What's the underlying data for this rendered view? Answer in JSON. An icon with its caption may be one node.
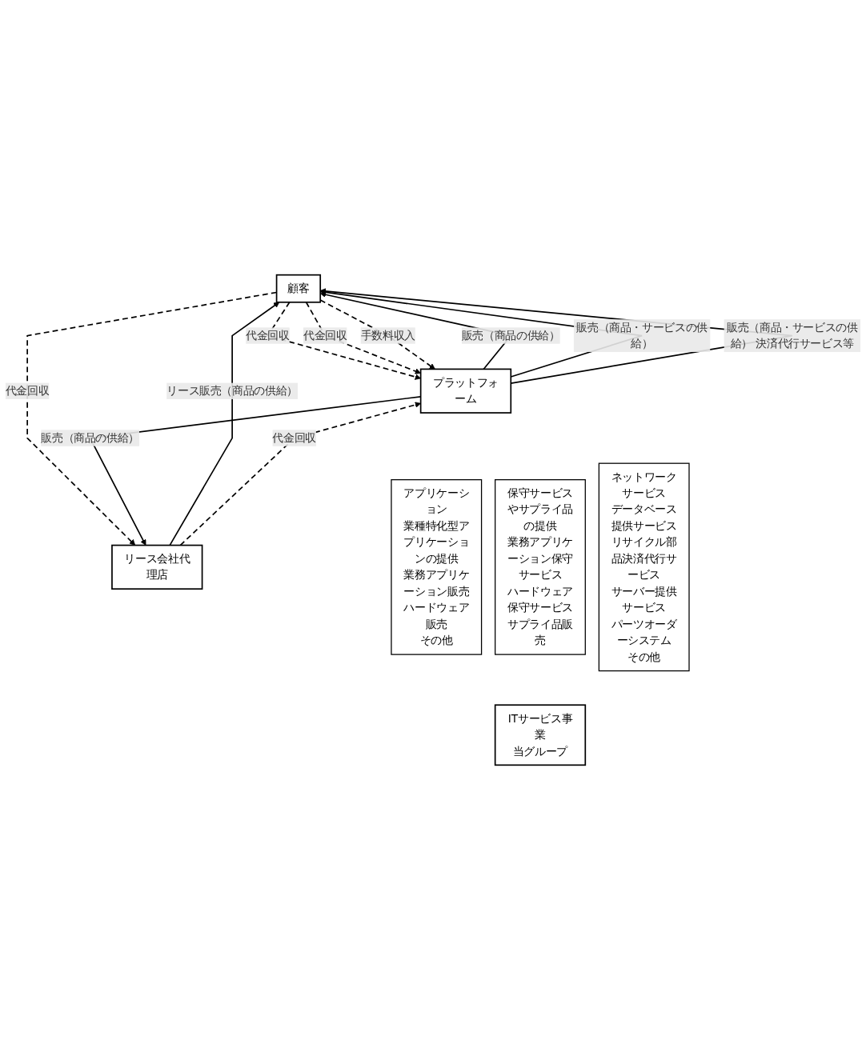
{
  "diagram": {
    "nodes": [
      {
        "text": [
          "顧客"
        ]
      },
      {
        "text": [
          "リース会社代理店"
        ]
      },
      {
        "text": [
          "プラットフォーム"
        ]
      },
      {
        "text": [
          "アプリケーション",
          "業種特化型アプリケーションの提供",
          "業務アプリケーション販売",
          "ハードウェア販売",
          "その他"
        ]
      },
      {
        "text": [
          "保守サービスやサプライ品の提供",
          "業務アプリケーション保守サービス",
          "ハードウェア保守サービス",
          "サプライ品販売"
        ]
      },
      {
        "text": [
          "ネットワークサービス",
          "データベース提供サービス",
          "リサイクル部品決済代行サービス",
          "サーバー提供サービス",
          "パーツオーダーシステム",
          "その他"
        ]
      },
      {
        "text": [
          "ITサービス事業",
          "当グループ"
        ]
      }
    ],
    "edges": [
      {
        "from": 2,
        "to": 0,
        "arrow": "to",
        "label": "販売（商品の供給）"
      },
      {
        "from": 0,
        "to": 2,
        "arrow": "to",
        "label": "代金回収",
        "style": "dashed"
      },
      {
        "from": 1,
        "to": 0,
        "arrow": "to",
        "label": "リース販売（商品の供給）"
      },
      {
        "from": 0,
        "to": 1,
        "arrow": "to",
        "label": "代金回収",
        "style": "dashed"
      },
      {
        "from": 2,
        "to": 1,
        "arrow": "to",
        "label": "販売（商品の供給）"
      },
      {
        "from": 1,
        "to": 2,
        "arrow": "to",
        "label": "代金回収",
        "style": "dashed"
      },
      {
        "from": 2,
        "to": 0,
        "arrow": "to",
        "label": "販売（商品・サービスの供給）"
      },
      {
        "from": 0,
        "to": 2,
        "arrow": "to",
        "label": "代金回収",
        "style": "dashed"
      },
      {
        "from": 2,
        "to": 0,
        "arrow": "to",
        "label": "販売（商品・サービスの供給） 決済代行サービス等"
      },
      {
        "from": 0,
        "to": 2,
        "arrow": "to",
        "label": "手数料収入",
        "style": "dashed"
      }
    ]
  }
}
